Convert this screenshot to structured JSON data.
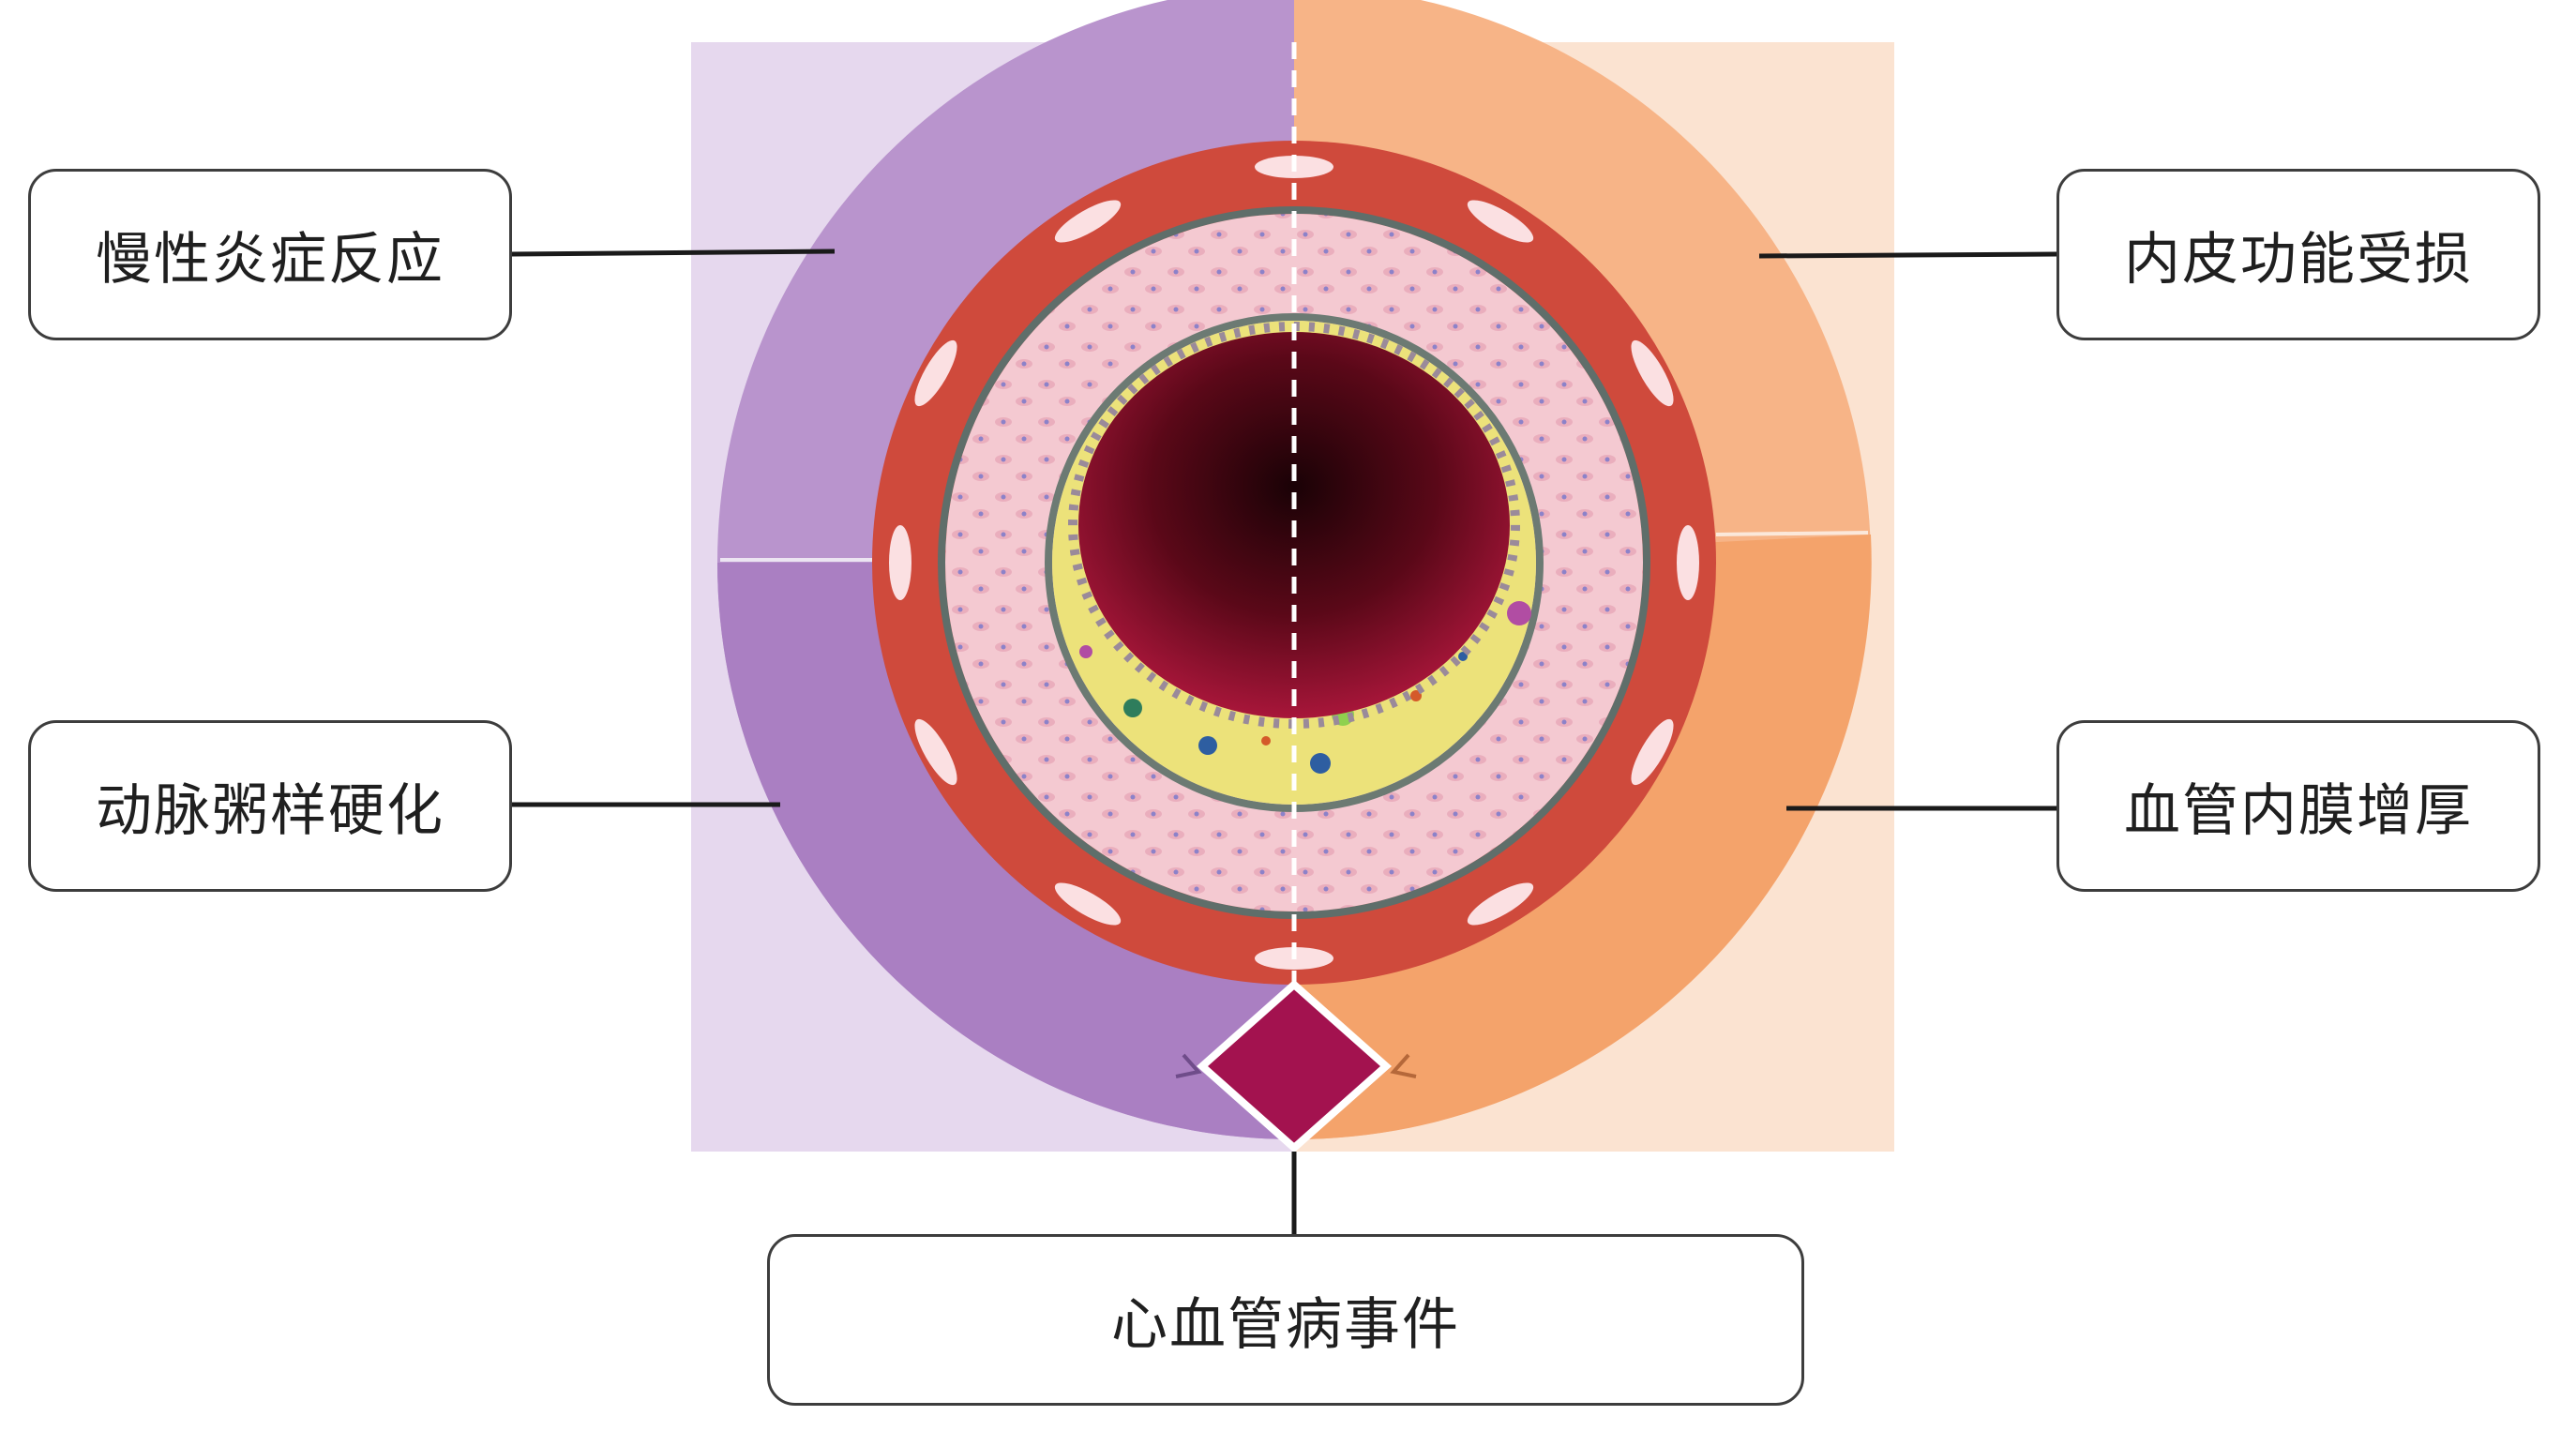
{
  "labels": {
    "chronic_inflammation": "慢性炎症反应",
    "endothelial_damage": "内皮功能受损",
    "atherosclerosis": "动脉粥样硬化",
    "intimal_thickening": "血管内膜增厚",
    "cardiovascular_events": "心血管病事件"
  },
  "colors": {
    "left_panel_bg": "#e6d8ee",
    "right_panel_bg": "#fbe3d1",
    "purple_outer": "#b78fca",
    "orange_outer": "#f6a774",
    "adventitia_red": "#cf4a3c",
    "media_pink": "#f3c7cf",
    "plaque_yellow": "#ece27a",
    "lumen_dark": "#6a0a1c",
    "diamond": "#a3124f",
    "connector": "#1a1a1a"
  }
}
